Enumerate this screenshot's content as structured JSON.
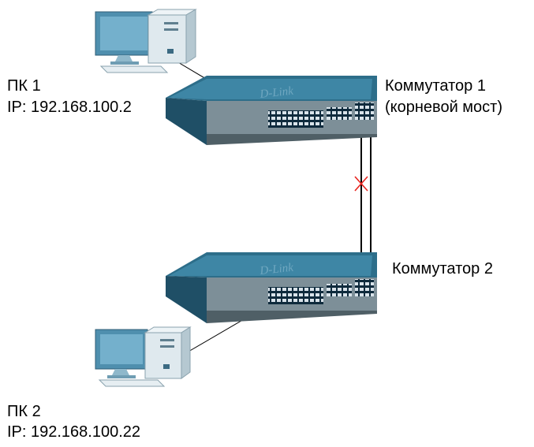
{
  "pc1": {
    "name": "ПК 1",
    "ip": "IP: 192.168.100.2"
  },
  "pc2": {
    "name": "ПК 2",
    "ip": "IP: 192.168.100.22"
  },
  "switch1": {
    "name": "Коммутатор 1",
    "role": "(корневой мост)",
    "brand": "D-Link"
  },
  "switch2": {
    "name": "Коммутатор 2",
    "brand": "D-Link"
  },
  "link_blocked_color": "#e8231d"
}
